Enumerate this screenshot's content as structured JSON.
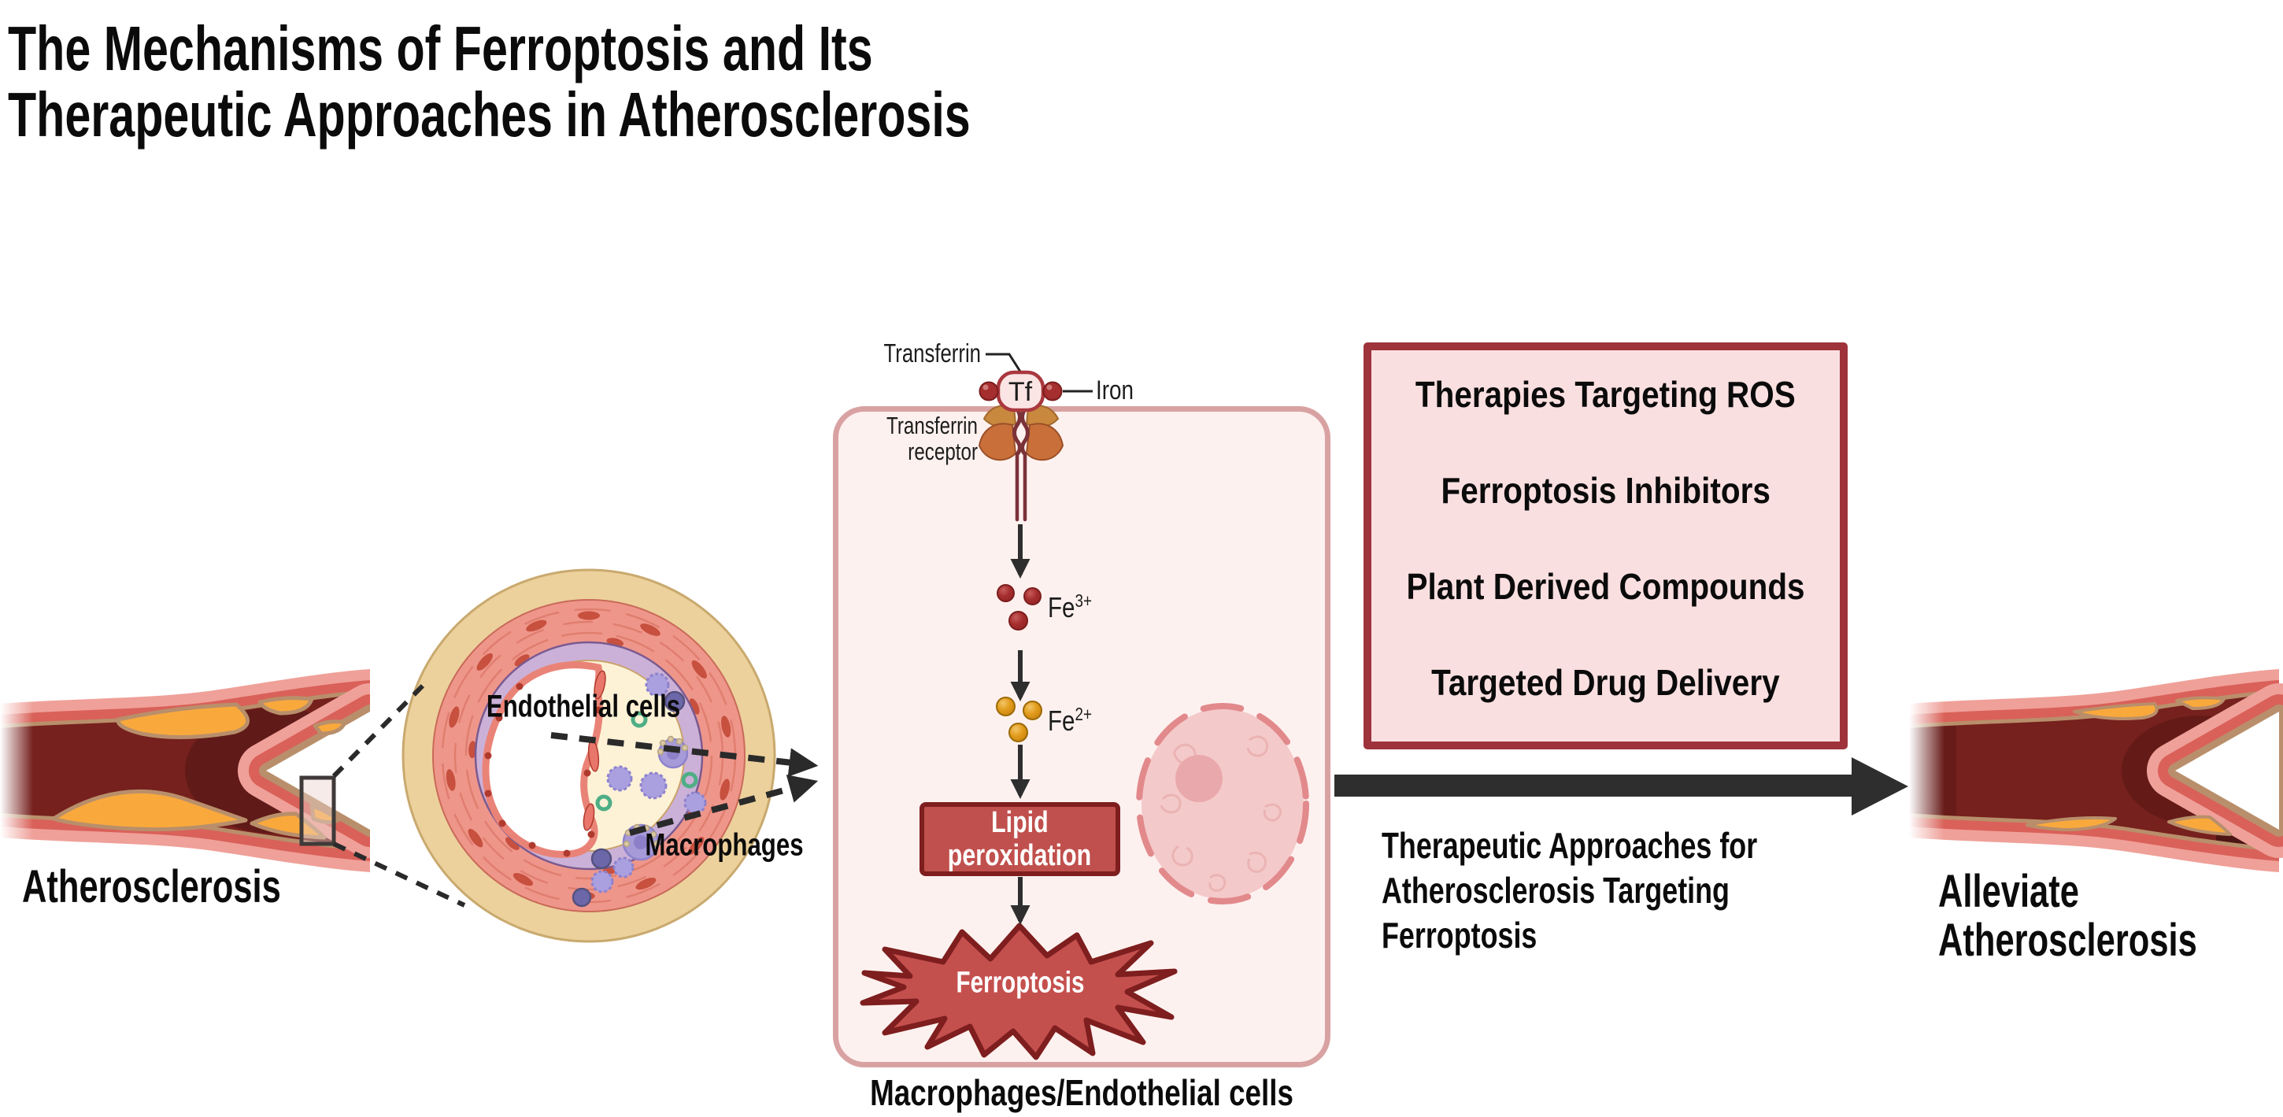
{
  "figure_title": {
    "line1": "The Mechanisms of Ferroptosis and Its",
    "line2": "Therapeutic Approaches in Atherosclerosis"
  },
  "diseased_vessel": {
    "label": "Atherosclerosis"
  },
  "cross_section": {
    "endothelial_cells_label": "Endothelial cells",
    "macrophages_label": "Macrophages"
  },
  "cell_box": {
    "caption": "Macrophages/Endothelial cells",
    "transferrin_label": "Transferrin",
    "tf_abbrev": "Tf",
    "iron_label": "Iron",
    "receptor_line1": "Transferrin",
    "receptor_line2": "receptor",
    "fe3_base": "Fe",
    "fe3_charge": "3+",
    "fe2_base": "Fe",
    "fe2_charge": "2+",
    "lipid_line1": "Lipid",
    "lipid_line2": "peroxidation",
    "ferroptosis_label": "Ferroptosis"
  },
  "therapy_panel": {
    "items": [
      "Therapies Targeting ROS",
      "Ferroptosis Inhibitors",
      "Plant Derived Compounds",
      "Targeted Drug Delivery"
    ]
  },
  "transition": {
    "line1": "Therapeutic Approaches for",
    "line2": "Atherosclerosis Targeting",
    "line3": "Ferroptosis"
  },
  "outcome_vessel": {
    "label_line1": "Alleviate",
    "label_line2": "Atherosclerosis"
  },
  "colors": {
    "pathway_red": "#c0504d",
    "dark_red_outline": "#7e1e1e",
    "panel_border_maroon": "#9e333b",
    "panel_fill_pink": "#fadfe0",
    "cell_fill": "#fdf1ef",
    "cell_border": "#d9a2a2",
    "arrow_black": "#2f2e2e",
    "ferric_iron_red": "#a52e2e",
    "ferrous_iron_orange": "#e29b1c",
    "plaque_yellow": "#f9a93c",
    "lumen_maroon": "#76211e"
  }
}
